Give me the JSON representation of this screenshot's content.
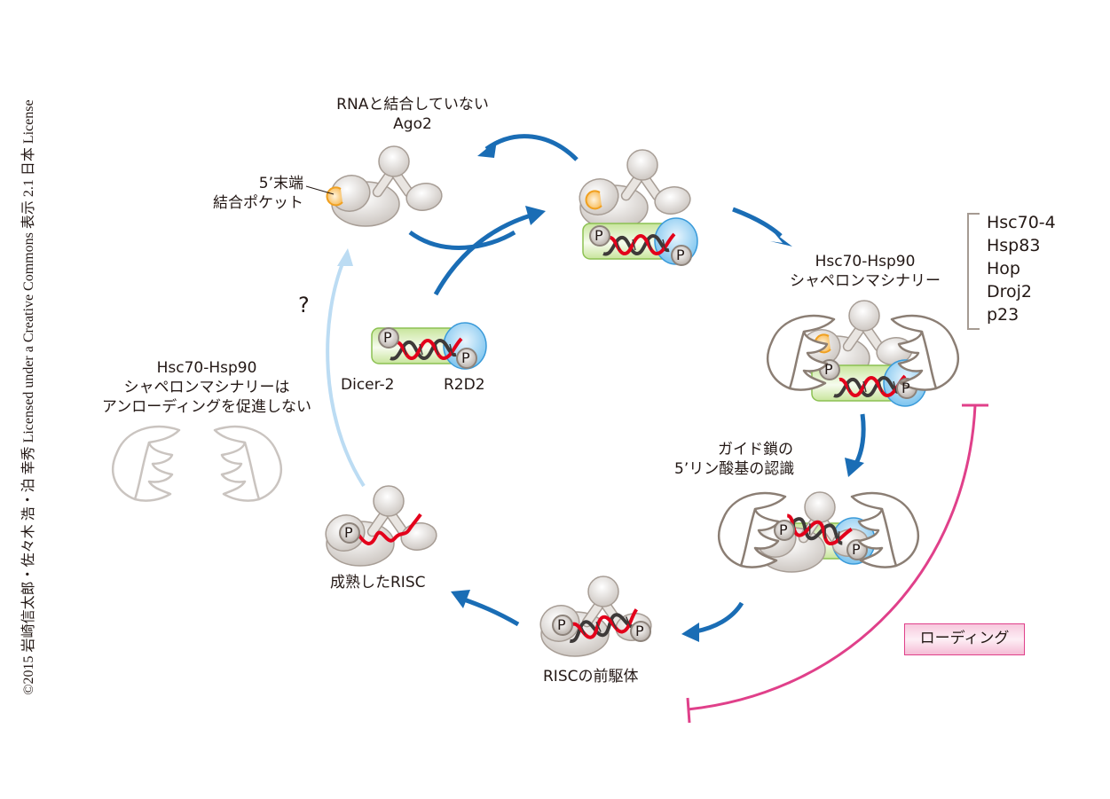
{
  "copyright": "©2015 岩崎信太郎・佐々木 浩・泊 幸秀 Licensed under a Creative Commons 表示 2.1 日本 License",
  "labels": {
    "free_ago2_line1": "RNAと結合していない",
    "free_ago2_line2": "Ago2",
    "pocket_line1": "5’末端",
    "pocket_line2": "結合ポケット",
    "question": "?",
    "no_unloading_line1": "Hsc70-Hsp90",
    "no_unloading_line2": "シャペロンマシナリーは",
    "no_unloading_line3": "アンローディングを促進しない",
    "dicer2": "Dicer-2",
    "r2d2": "R2D2",
    "chaperone_line1": "Hsc70-Hsp90",
    "chaperone_line2": "シャペロンマシナリー",
    "recognition_line1": "ガイド鎖の",
    "recognition_line2": "5’リン酸基の認識",
    "pre_risc": "RISCの前駆体",
    "mature_risc": "成熟したRISC",
    "loading": "ローディング",
    "phosphate": "P"
  },
  "chaperone_components": [
    "Hsc70-4",
    "Hsp83",
    "Hop",
    "Droj2",
    "p23"
  ],
  "colors": {
    "cycle_arrow": "#1a6db5",
    "unknown_arrow": "#bcdcf3",
    "loading_bar": "#e0408a",
    "protein_fill": "#d9d5d1",
    "protein_stroke": "#a79d95",
    "dicer_fill": "#cfe9a8",
    "dicer_stroke": "#8cc152",
    "r2d2_fill": "#9fd3f3",
    "r2d2_stroke": "#3a9ad9",
    "pocket": "#f5a623",
    "guide_strand": "#e3001b",
    "passenger_strand": "#3e3a39",
    "hand_stroke": "#8b7e74"
  }
}
